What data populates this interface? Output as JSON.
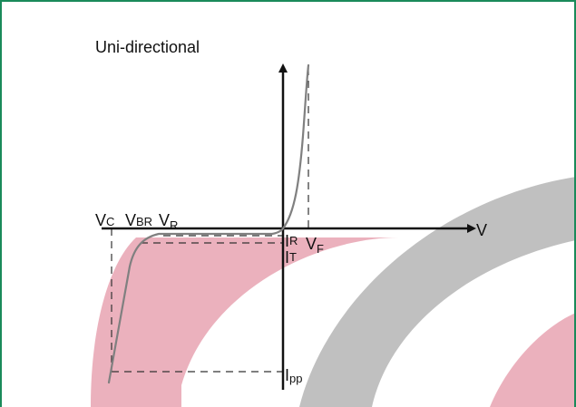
{
  "title": "Uni-directional",
  "axis": {
    "v_label": "V"
  },
  "voltage_labels": {
    "vc": {
      "main": "V",
      "sub": "C"
    },
    "vbr": {
      "main": "V",
      "sub": "BR"
    },
    "vr": {
      "main": "V",
      "sub": "R"
    },
    "vf": {
      "main": "V",
      "sub": "F"
    }
  },
  "current_labels": {
    "ir": {
      "main": "I",
      "sub": "R"
    },
    "it": {
      "main": "I",
      "sub": "T"
    },
    "ipp": {
      "main": "I",
      "sub": "pp"
    }
  },
  "colors": {
    "border": "#1a8a5a",
    "curve": "#808080",
    "axis": "#111111",
    "dashed": "#333333",
    "watermark_red": "#e8a3b1",
    "watermark_gray": "#b9b9b9"
  }
}
